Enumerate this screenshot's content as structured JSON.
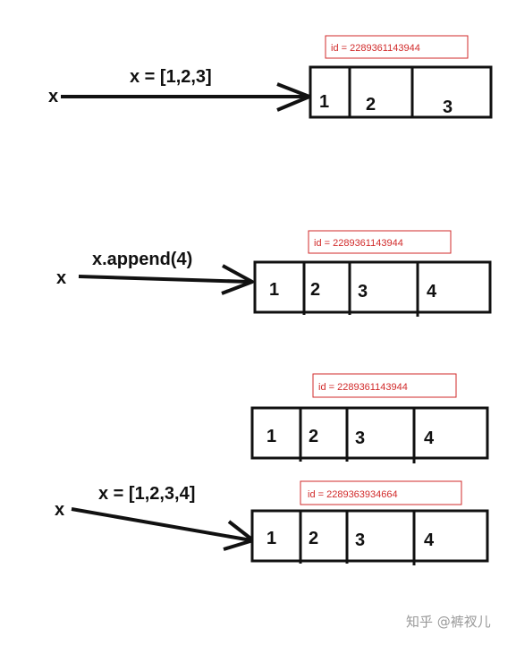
{
  "colors": {
    "ink": "#111111",
    "id_border": "#d12a2a",
    "id_text": "#d12a2a",
    "watermark": "#9a9a9a"
  },
  "panels": [
    {
      "statement": "x = [1,2,3]",
      "variable": "x",
      "id_label": "id = 2289361143944",
      "cells": [
        "1",
        "2",
        "3"
      ]
    },
    {
      "statement": "x.append(4)",
      "variable": "x",
      "id_label": "id = 2289361143944",
      "cells": [
        "1",
        "2",
        "3",
        "4"
      ]
    },
    {
      "statement": "",
      "variable": "",
      "id_label": "id = 2289361143944",
      "cells": [
        "1",
        "2",
        "3",
        "4"
      ]
    },
    {
      "statement": "x = [1,2,3,4]",
      "variable": "x",
      "id_label": "id = 2289363934664",
      "cells": [
        "1",
        "2",
        "3",
        "4"
      ]
    }
  ],
  "watermark": {
    "text": "知乎 @裤衩儿",
    "icon": "zhihu-logo"
  }
}
